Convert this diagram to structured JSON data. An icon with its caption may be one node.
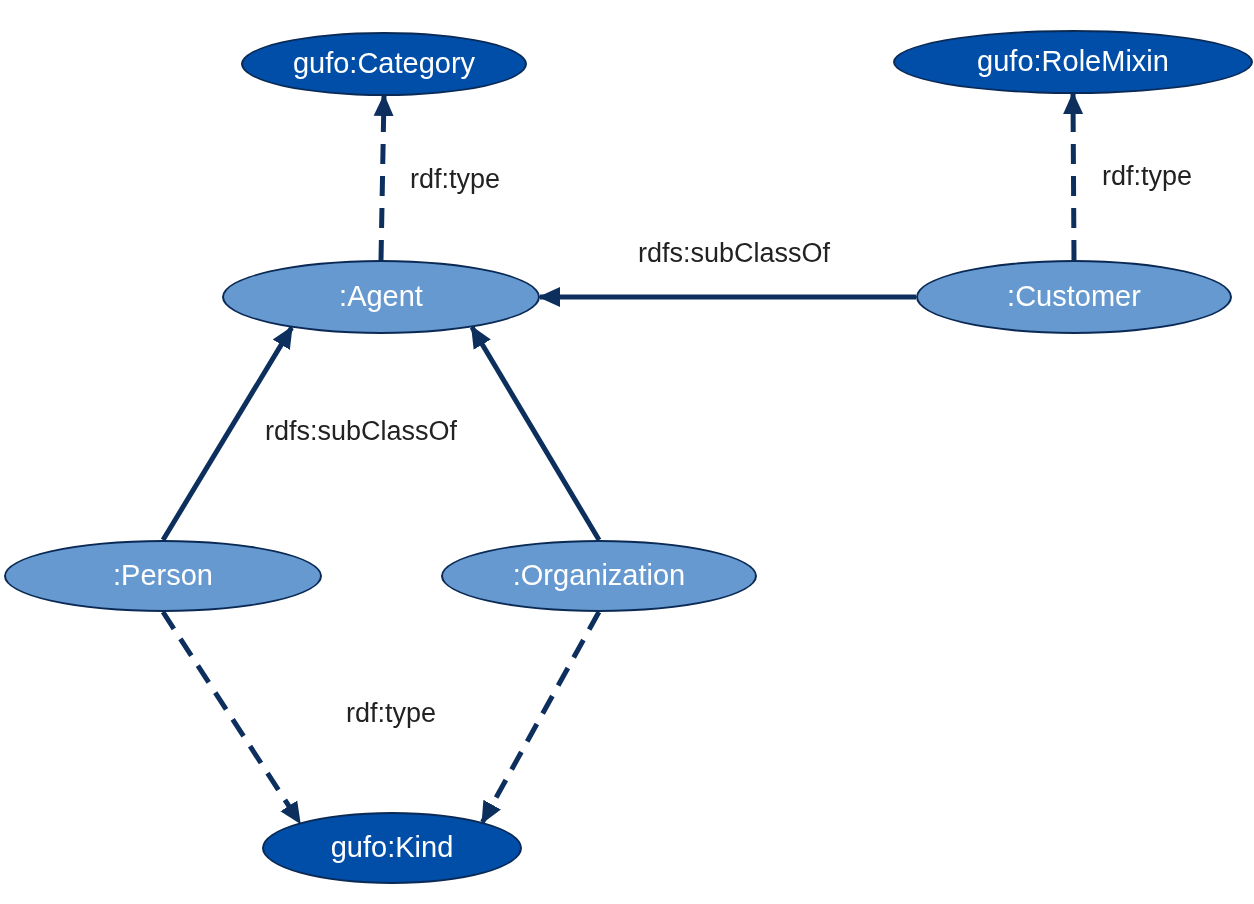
{
  "diagram": {
    "nodes": [
      {
        "text": [
          "gufo:Category"
        ]
      },
      {
        "text": [
          "gufo:RoleMixin"
        ]
      },
      {
        "text": [
          ":Agent"
        ]
      },
      {
        "text": [
          ":Customer"
        ]
      },
      {
        "text": [
          ":Person"
        ]
      },
      {
        "text": [
          ":Organization"
        ]
      },
      {
        "text": [
          "gufo:Kind"
        ]
      }
    ],
    "edges": [
      {
        "from": 2,
        "to": 0,
        "arrow": "to",
        "style": "dashed",
        "label": "rdf:type"
      },
      {
        "from": 3,
        "to": 1,
        "arrow": "to",
        "style": "dashed",
        "label": "rdf:type"
      },
      {
        "from": 3,
        "to": 2,
        "arrow": "to",
        "label": "rdfs:subClassOf"
      },
      {
        "from": 4,
        "to": 2,
        "arrow": "to",
        "label": "rdfs:subClassOf"
      },
      {
        "from": 5,
        "to": 2,
        "arrow": "to"
      },
      {
        "from": 4,
        "to": 6,
        "arrow": "to",
        "style": "dashed",
        "label": "rdf:type"
      },
      {
        "from": 5,
        "to": 6,
        "arrow": "to",
        "style": "dashed"
      }
    ]
  }
}
